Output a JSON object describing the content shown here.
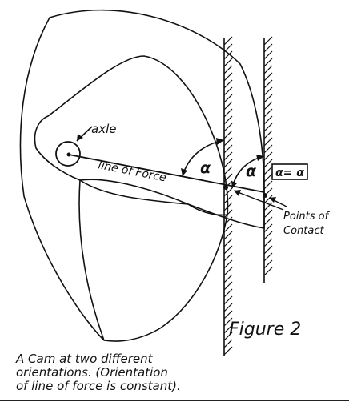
{
  "diagram": {
    "labels": {
      "axle": "axle",
      "line_of_force": "line of Force",
      "alpha_left": "α",
      "alpha_right": "α",
      "alpha_equality": "α= α",
      "points_of_contact_1": "Points of",
      "points_of_contact_2": "Contact"
    },
    "figure_title": "Figure 2",
    "caption": [
      "A Cam at two different",
      "orientations. (Orientation",
      "of line of force is constant)."
    ]
  }
}
